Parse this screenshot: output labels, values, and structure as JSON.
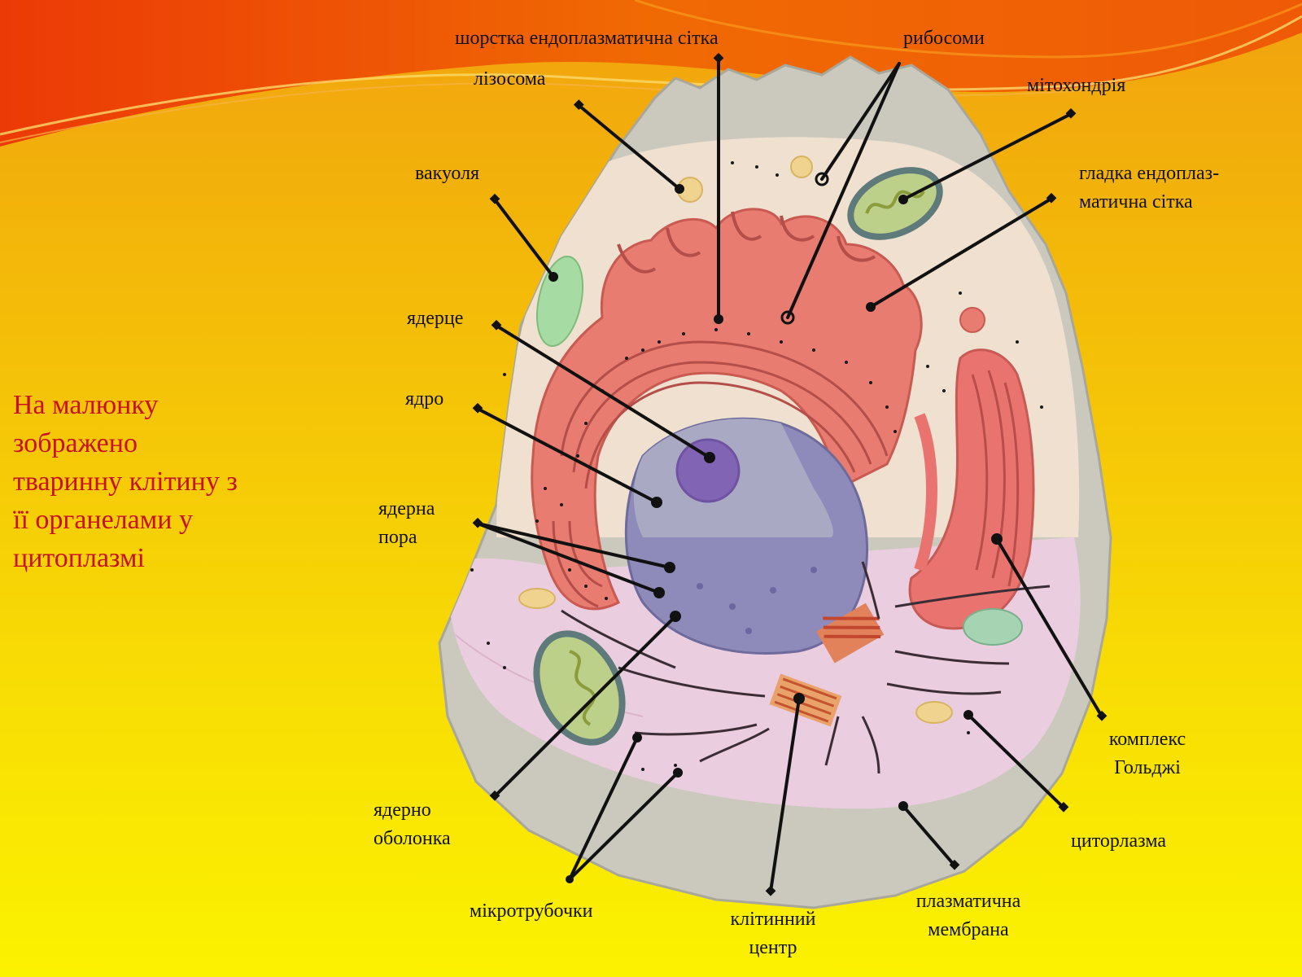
{
  "slide": {
    "intro_lines": [
      "На малюнку",
      "зображено",
      "тваринну клітину з",
      "її органелами у",
      "цитоплазмі"
    ],
    "colors": {
      "title_text": "#c8101e",
      "background_top": "#f1a20e",
      "background_bottom": "#fbf200",
      "swoosh": "#ee4a05"
    }
  },
  "diagram": {
    "labels": {
      "rough_er": [
        "шорстка ендоплазматична сітка"
      ],
      "ribosomes": [
        "рибосоми"
      ],
      "lysosome": [
        "лізосома"
      ],
      "mitochondrion": [
        "мітохондрія"
      ],
      "vacuole": [
        "вакуоля"
      ],
      "smooth_er": [
        "гладка ендоплаз-",
        "матична сітка"
      ],
      "nucleolus": [
        "ядерце"
      ],
      "nucleus": [
        "ядро"
      ],
      "nuclear_pore": [
        "ядерна",
        "пора"
      ],
      "nuclear_envelope": [
        "ядерно",
        "оболонка"
      ],
      "golgi": [
        "комплекс",
        "Гольджі"
      ],
      "cytoplasm": [
        "циторлазма"
      ],
      "plasma_membrane": [
        "плазматична",
        "мембрана"
      ],
      "microtubules": [
        "мікротрубочки"
      ],
      "centrosome": [
        "клітинний",
        "центр"
      ]
    }
  }
}
